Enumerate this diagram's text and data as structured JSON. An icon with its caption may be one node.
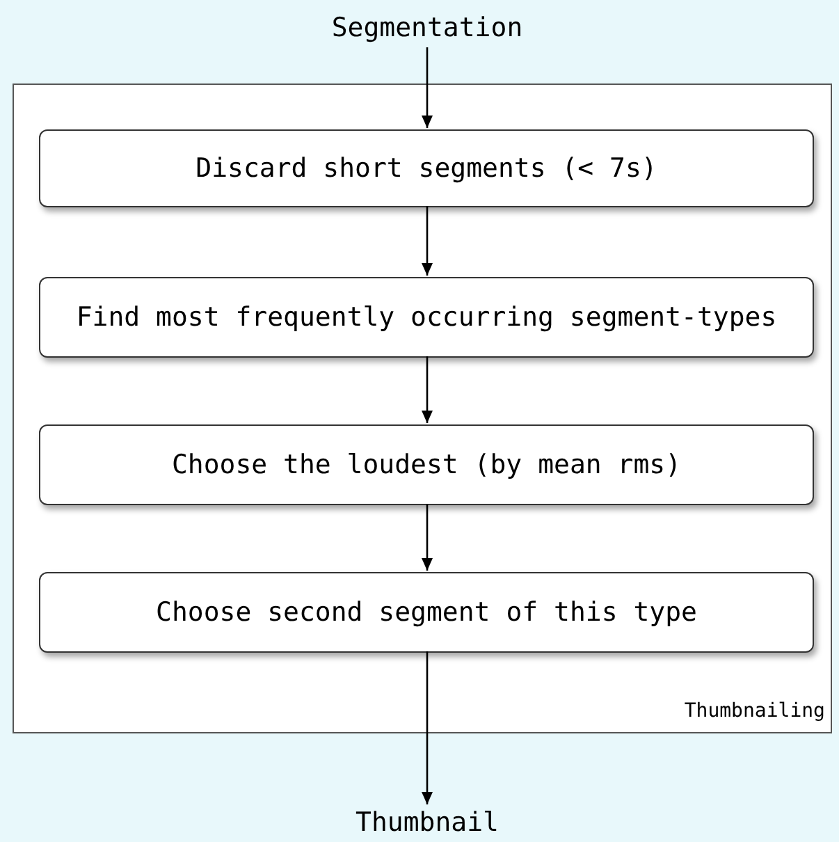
{
  "diagram": {
    "nodes": [
      {
        "text": [
          "Segmentation"
        ]
      },
      {
        "text": [
          "Thumbnailing"
        ]
      },
      {
        "text": [
          "Discard short segments (< 7s)"
        ],
        "in": 1
      },
      {
        "text": [
          "Find most frequently occurring segment-types"
        ],
        "in": 1
      },
      {
        "text": [
          "Choose the loudest (by mean rms)"
        ],
        "in": 1
      },
      {
        "text": [
          "Choose second segment of this type"
        ],
        "in": 1
      },
      {
        "text": [
          "Thumbnail"
        ]
      }
    ],
    "edges": [
      {
        "from": 0,
        "to": 2,
        "arrow": "to"
      },
      {
        "from": 2,
        "to": 3,
        "arrow": "to"
      },
      {
        "from": 3,
        "to": 4,
        "arrow": "to"
      },
      {
        "from": 4,
        "to": 5,
        "arrow": "to"
      },
      {
        "from": 5,
        "to": 6,
        "arrow": "to"
      }
    ]
  }
}
